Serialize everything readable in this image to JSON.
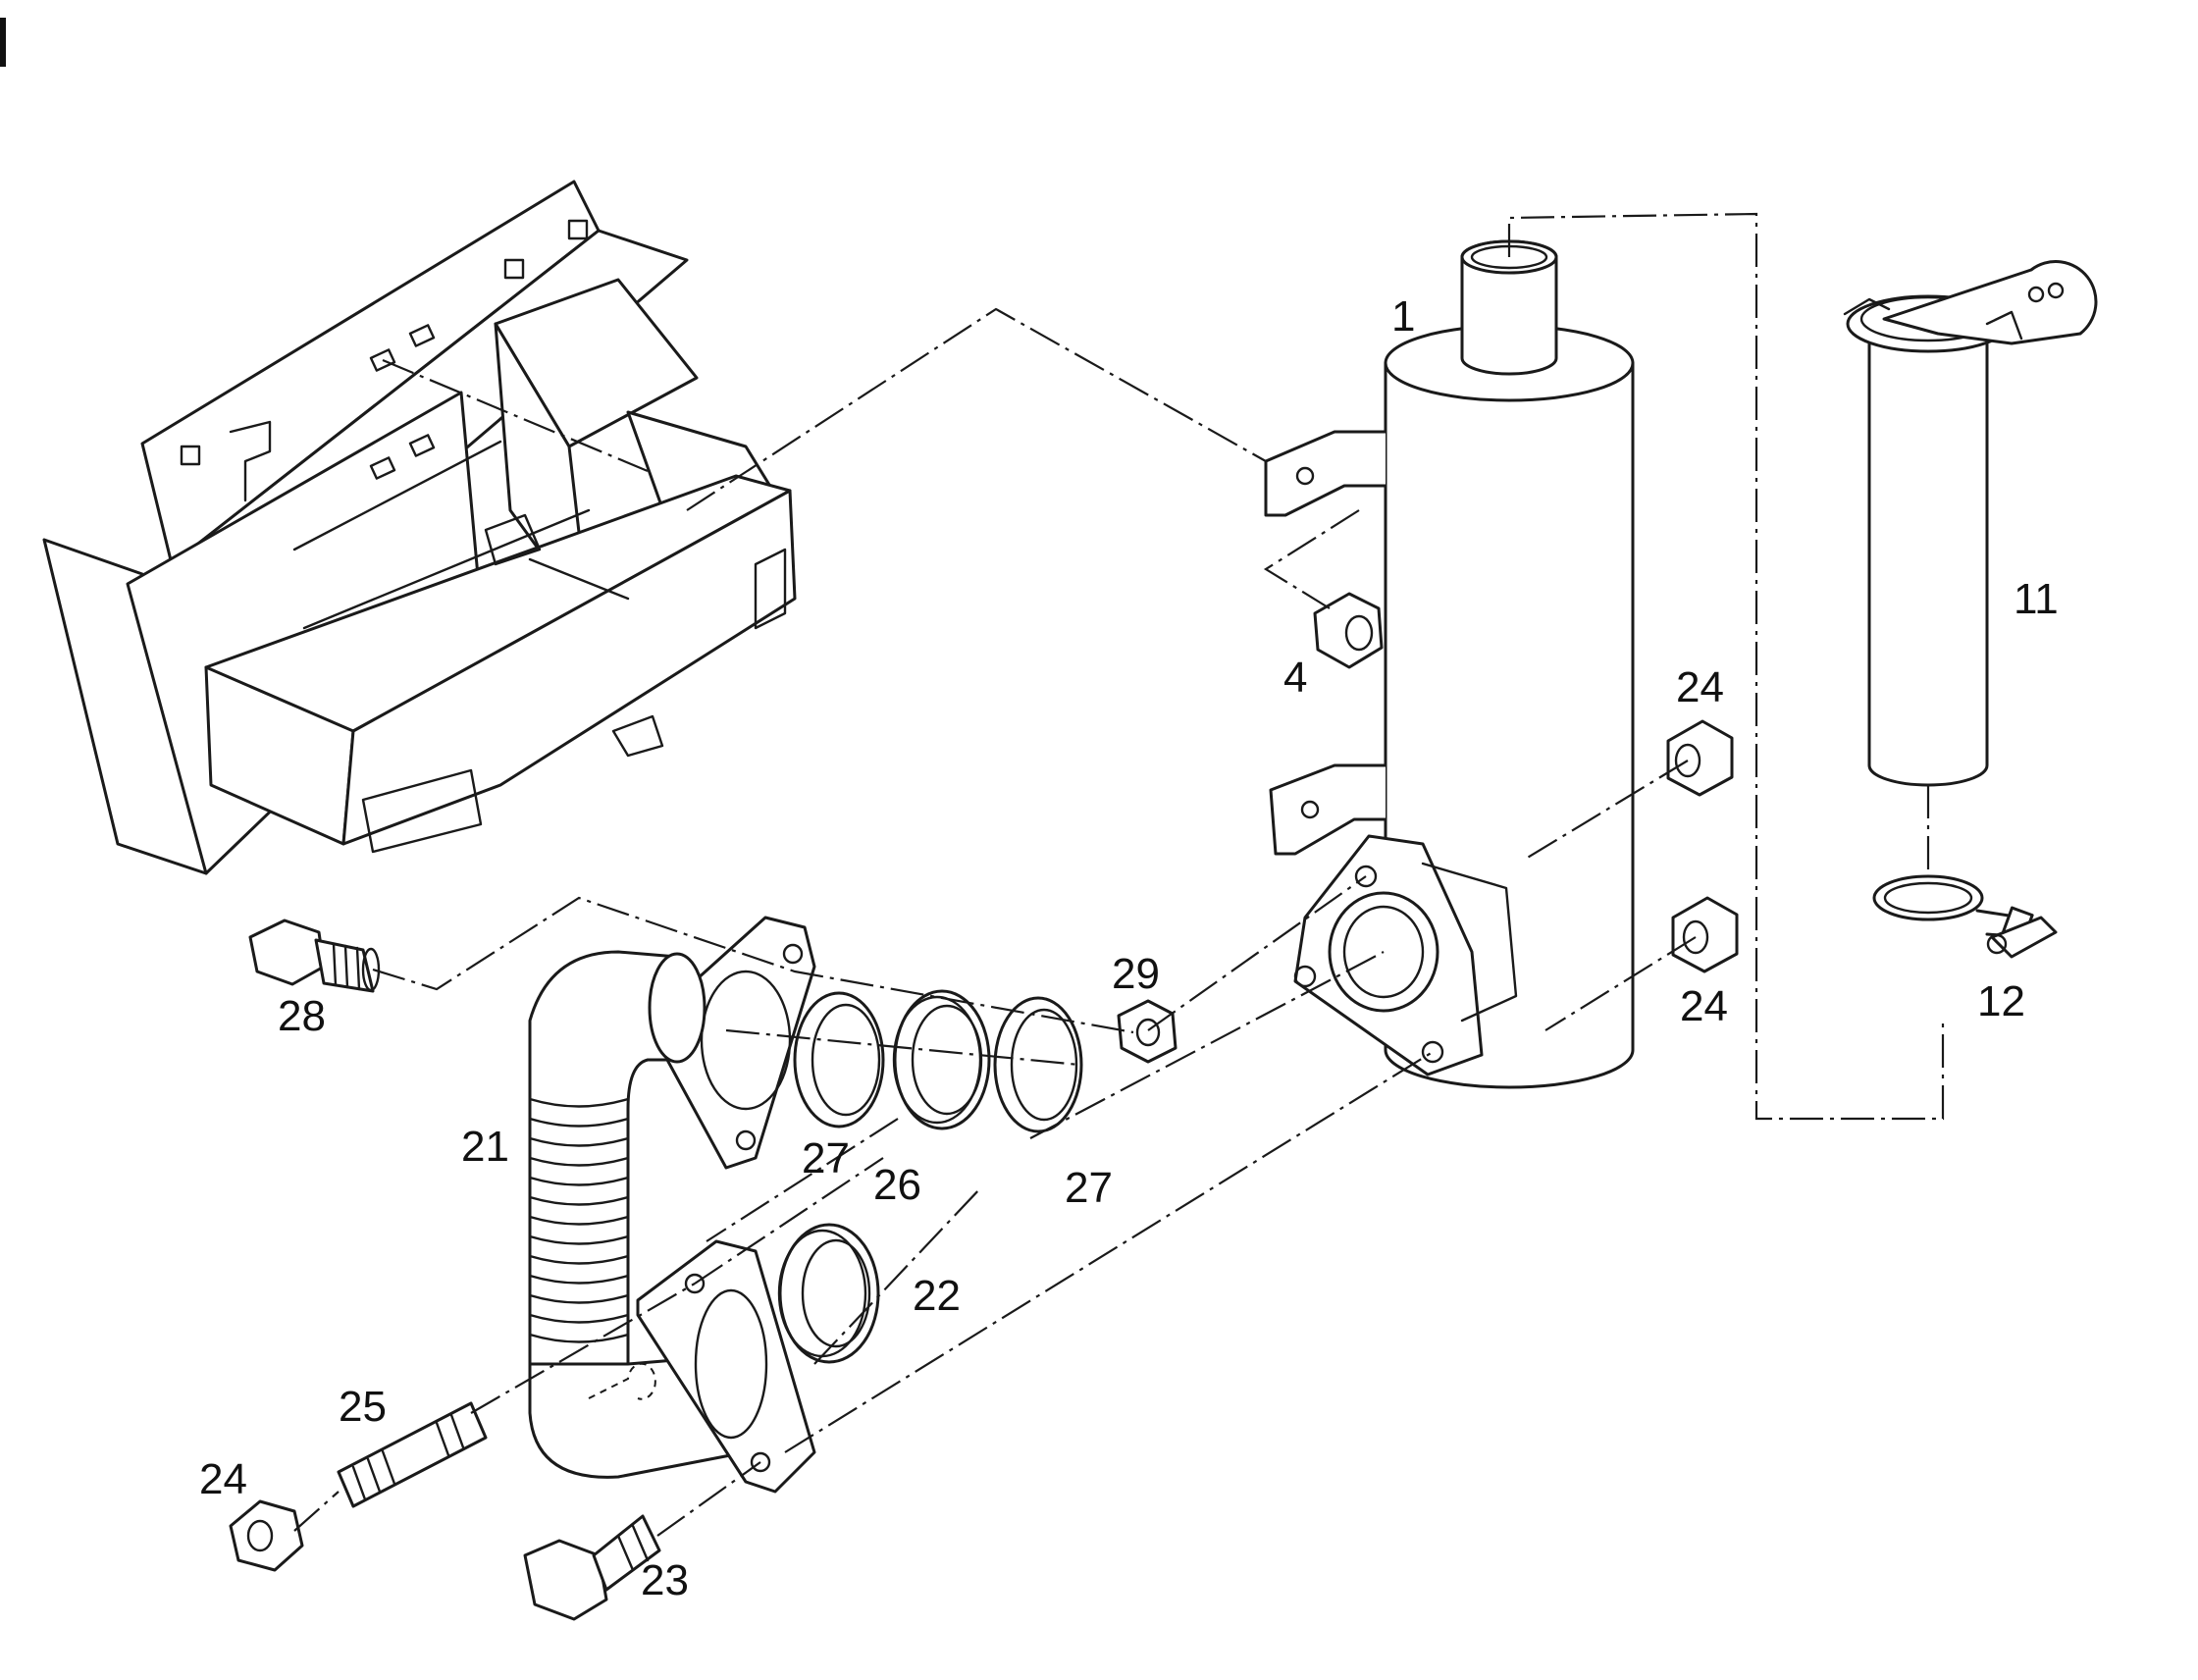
{
  "callouts": [
    {
      "id": "1",
      "label": "1"
    },
    {
      "id": "4",
      "label": "4"
    },
    {
      "id": "11",
      "label": "11"
    },
    {
      "id": "12",
      "label": "12"
    },
    {
      "id": "21",
      "label": "21"
    },
    {
      "id": "22",
      "label": "22"
    },
    {
      "id": "23",
      "label": "23"
    },
    {
      "id": "24a",
      "label": "24"
    },
    {
      "id": "24b",
      "label": "24"
    },
    {
      "id": "24c",
      "label": "24"
    },
    {
      "id": "25",
      "label": "25"
    },
    {
      "id": "26",
      "label": "26"
    },
    {
      "id": "27a",
      "label": "27"
    },
    {
      "id": "27b",
      "label": "27"
    },
    {
      "id": "28",
      "label": "28"
    },
    {
      "id": "29",
      "label": "29"
    }
  ]
}
